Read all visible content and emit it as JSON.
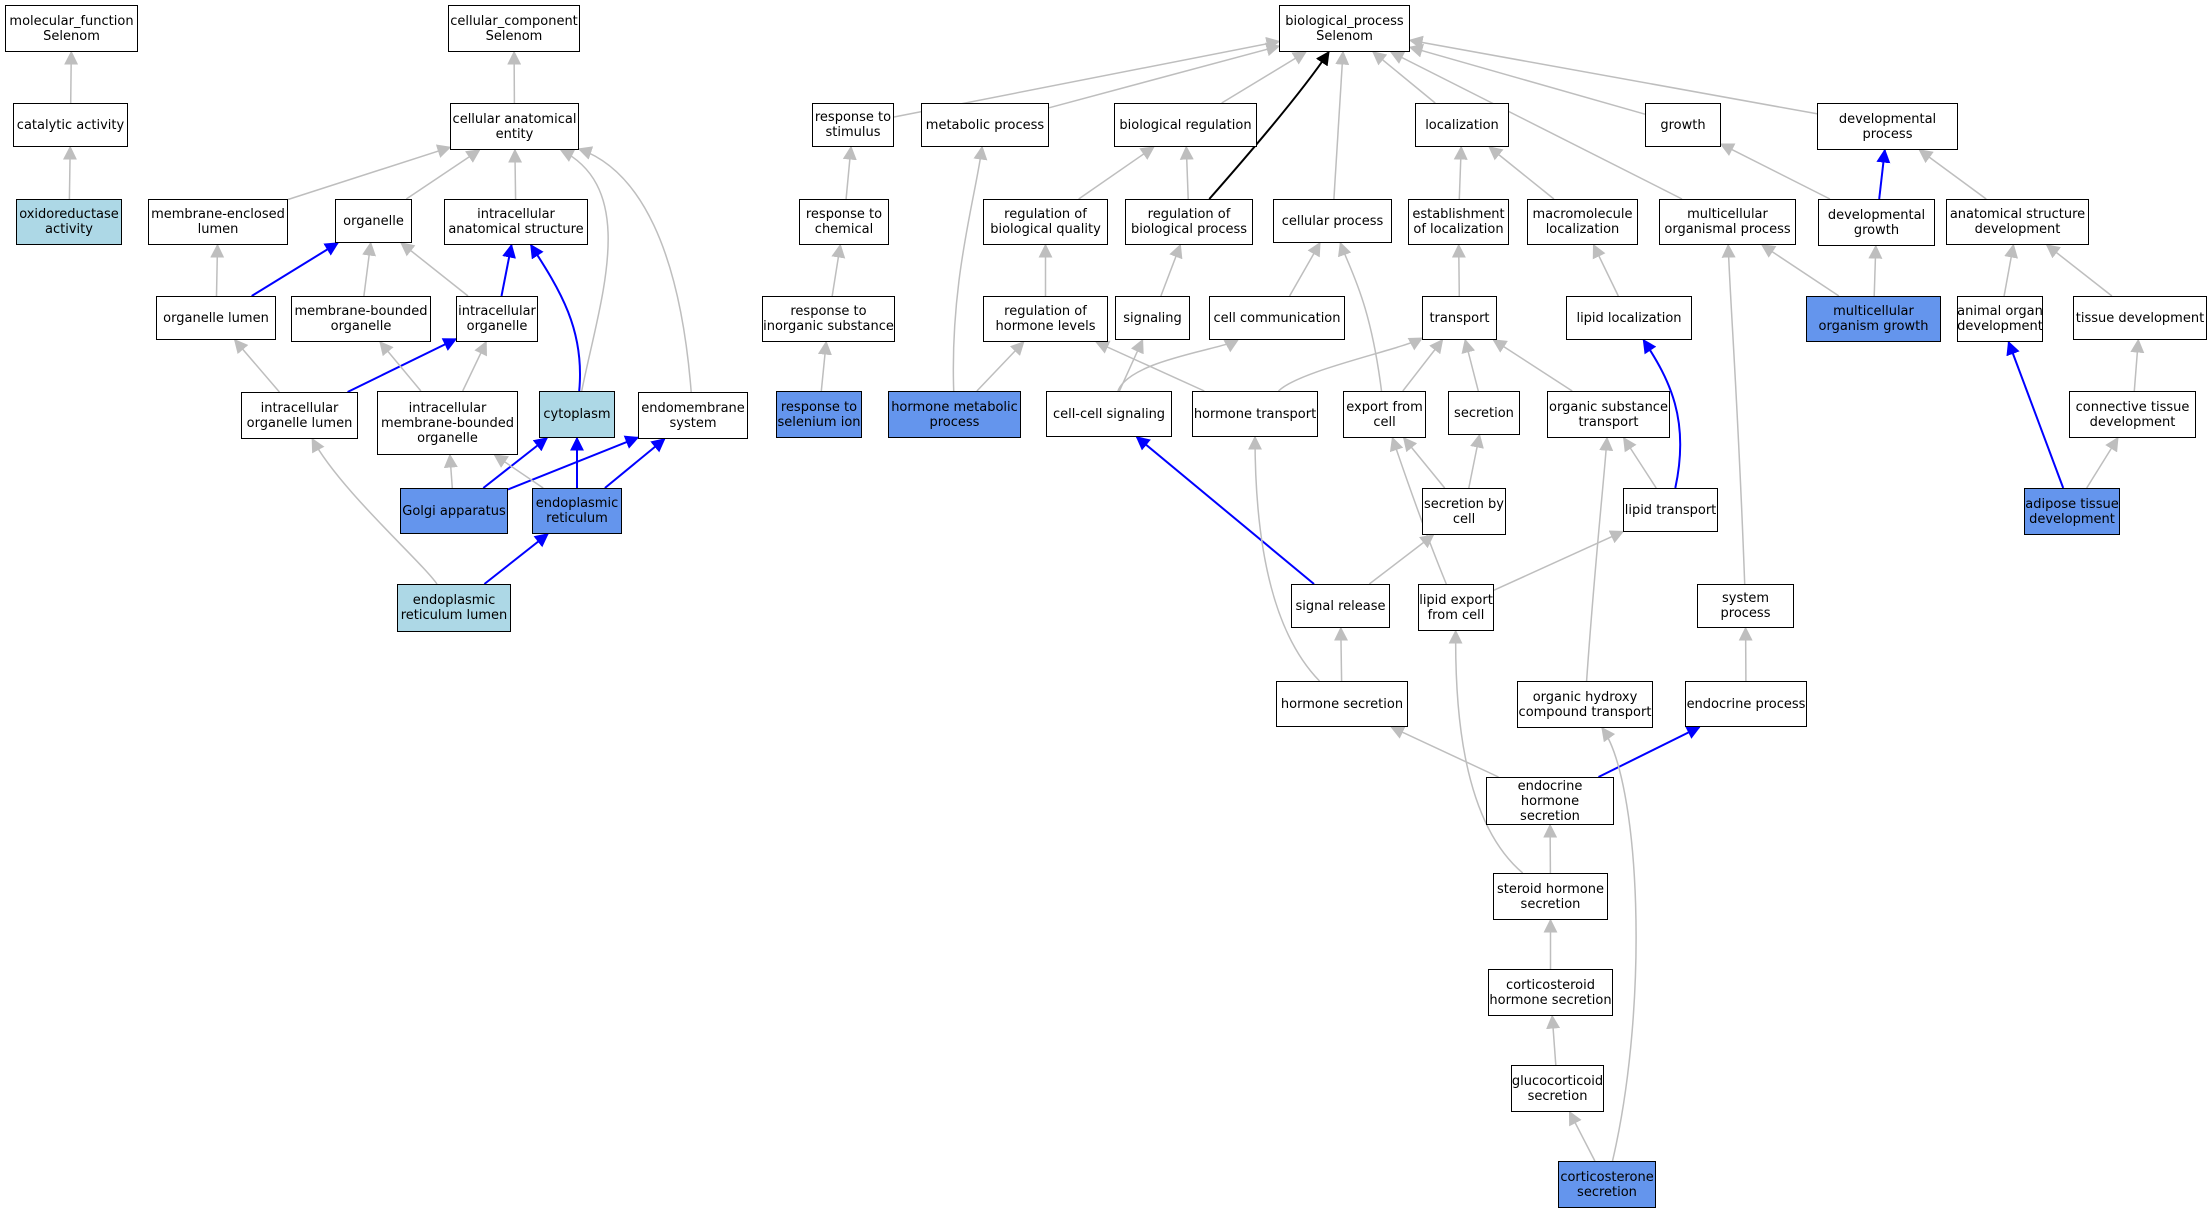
{
  "colors": {
    "plain": "#ffffff",
    "light": "#add8e6",
    "dark": "#6495ed",
    "edge_grey": "#bebebe",
    "edge_blue": "#0000ff",
    "edge_black": "#000000"
  },
  "nodes": [
    {
      "id": "mf",
      "label": "molecular_function\nSelenom",
      "style": "plain"
    },
    {
      "id": "cat",
      "label": "catalytic activity",
      "style": "plain"
    },
    {
      "id": "oxi",
      "label": "oxidoreductase\nactivity",
      "style": "light"
    },
    {
      "id": "cc",
      "label": "cellular_component\nSelenom",
      "style": "plain"
    },
    {
      "id": "cae",
      "label": "cellular anatomical\nentity",
      "style": "plain"
    },
    {
      "id": "mel",
      "label": "membrane-enclosed\nlumen",
      "style": "plain"
    },
    {
      "id": "org",
      "label": "organelle",
      "style": "plain"
    },
    {
      "id": "ias",
      "label": "intracellular\nanatomical structure",
      "style": "plain"
    },
    {
      "id": "ol",
      "label": "organelle lumen",
      "style": "plain"
    },
    {
      "id": "mbo",
      "label": "membrane-bounded\norganelle",
      "style": "plain"
    },
    {
      "id": "io",
      "label": "intracellular\norganelle",
      "style": "plain"
    },
    {
      "id": "iol",
      "label": "intracellular\norganelle lumen",
      "style": "plain"
    },
    {
      "id": "imbo",
      "label": "intracellular\nmembrane-bounded\norganelle",
      "style": "plain"
    },
    {
      "id": "cyt",
      "label": "cytoplasm",
      "style": "light"
    },
    {
      "id": "ems",
      "label": "endomembrane\nsystem",
      "style": "plain"
    },
    {
      "id": "golgi",
      "label": "Golgi apparatus",
      "style": "dark"
    },
    {
      "id": "er",
      "label": "endoplasmic\nreticulum",
      "style": "dark"
    },
    {
      "id": "erl",
      "label": "endoplasmic\nreticulum lumen",
      "style": "light"
    },
    {
      "id": "bp",
      "label": "biological_process\nSelenom",
      "style": "plain"
    },
    {
      "id": "rts",
      "label": "response to\nstimulus",
      "style": "plain"
    },
    {
      "id": "mp",
      "label": "metabolic process",
      "style": "plain"
    },
    {
      "id": "breg",
      "label": "biological regulation",
      "style": "plain"
    },
    {
      "id": "loc",
      "label": "localization",
      "style": "plain"
    },
    {
      "id": "growth",
      "label": "growth",
      "style": "plain"
    },
    {
      "id": "devp",
      "label": "developmental\nprocess",
      "style": "plain"
    },
    {
      "id": "rtc",
      "label": "response to\nchemical",
      "style": "plain"
    },
    {
      "id": "rbq",
      "label": "regulation of\nbiological quality",
      "style": "plain"
    },
    {
      "id": "rbp",
      "label": "regulation of\nbiological process",
      "style": "plain"
    },
    {
      "id": "cp",
      "label": "cellular process",
      "style": "plain"
    },
    {
      "id": "eol",
      "label": "establishment\nof localization",
      "style": "plain"
    },
    {
      "id": "macl",
      "label": "macromolecule\nlocalization",
      "style": "plain"
    },
    {
      "id": "mop",
      "label": "multicellular\norganismal process",
      "style": "plain"
    },
    {
      "id": "devg",
      "label": "developmental\ngrowth",
      "style": "plain"
    },
    {
      "id": "asd",
      "label": "anatomical structure\ndevelopment",
      "style": "plain"
    },
    {
      "id": "rtis",
      "label": "response to\ninorganic substance",
      "style": "plain"
    },
    {
      "id": "rhl",
      "label": "regulation of\nhormone levels",
      "style": "plain"
    },
    {
      "id": "sig",
      "label": "signaling",
      "style": "plain"
    },
    {
      "id": "cc2",
      "label": "cell communication",
      "style": "plain"
    },
    {
      "id": "trans",
      "label": "transport",
      "style": "plain"
    },
    {
      "id": "lloc",
      "label": "lipid localization",
      "style": "plain"
    },
    {
      "id": "mog",
      "label": "multicellular\norganism growth",
      "style": "dark"
    },
    {
      "id": "aod",
      "label": "animal organ\ndevelopment",
      "style": "plain"
    },
    {
      "id": "td",
      "label": "tissue development",
      "style": "plain"
    },
    {
      "id": "rtsi",
      "label": "response to\nselenium ion",
      "style": "dark"
    },
    {
      "id": "hmp",
      "label": "hormone metabolic\nprocess",
      "style": "dark"
    },
    {
      "id": "ccs",
      "label": "cell-cell signaling",
      "style": "plain"
    },
    {
      "id": "ht",
      "label": "hormone transport",
      "style": "plain"
    },
    {
      "id": "efc",
      "label": "export from\ncell",
      "style": "plain"
    },
    {
      "id": "sec",
      "label": "secretion",
      "style": "plain"
    },
    {
      "id": "ost",
      "label": "organic substance\ntransport",
      "style": "plain"
    },
    {
      "id": "ctd",
      "label": "connective tissue\ndevelopment",
      "style": "plain"
    },
    {
      "id": "sbc",
      "label": "secretion by\ncell",
      "style": "plain"
    },
    {
      "id": "lt",
      "label": "lipid transport",
      "style": "plain"
    },
    {
      "id": "atd",
      "label": "adipose tissue\ndevelopment",
      "style": "dark"
    },
    {
      "id": "sr",
      "label": "signal release",
      "style": "plain"
    },
    {
      "id": "lefc",
      "label": "lipid export\nfrom cell",
      "style": "plain"
    },
    {
      "id": "sp",
      "label": "system process",
      "style": "plain"
    },
    {
      "id": "hs",
      "label": "hormone secretion",
      "style": "plain"
    },
    {
      "id": "ohct",
      "label": "organic hydroxy\ncompound transport",
      "style": "plain"
    },
    {
      "id": "ep",
      "label": "endocrine process",
      "style": "plain"
    },
    {
      "id": "ehs",
      "label": "endocrine hormone\nsecretion",
      "style": "plain"
    },
    {
      "id": "shs",
      "label": "steroid hormone\nsecretion",
      "style": "plain"
    },
    {
      "id": "chs",
      "label": "corticosteroid\nhormone secretion",
      "style": "plain"
    },
    {
      "id": "gcs",
      "label": "glucocorticoid\nsecretion",
      "style": "plain"
    },
    {
      "id": "cs",
      "label": "corticosterone\nsecretion",
      "style": "dark"
    }
  ],
  "edges": [
    {
      "from": "cat",
      "to": "mf",
      "color": "grey"
    },
    {
      "from": "oxi",
      "to": "cat",
      "color": "grey"
    },
    {
      "from": "cae",
      "to": "cc",
      "color": "grey"
    },
    {
      "from": "mel",
      "to": "cae",
      "color": "grey"
    },
    {
      "from": "org",
      "to": "cae",
      "color": "grey"
    },
    {
      "from": "ias",
      "to": "cae",
      "color": "grey"
    },
    {
      "from": "cyt",
      "to": "cae",
      "color": "grey"
    },
    {
      "from": "ems",
      "to": "cae",
      "color": "grey"
    },
    {
      "from": "ol",
      "to": "mel",
      "color": "grey"
    },
    {
      "from": "ol",
      "to": "org",
      "color": "blue"
    },
    {
      "from": "mbo",
      "to": "org",
      "color": "grey"
    },
    {
      "from": "io",
      "to": "org",
      "color": "grey"
    },
    {
      "from": "io",
      "to": "ias",
      "color": "blue"
    },
    {
      "from": "cyt",
      "to": "ias",
      "color": "blue"
    },
    {
      "from": "iol",
      "to": "ol",
      "color": "grey"
    },
    {
      "from": "iol",
      "to": "io",
      "color": "blue"
    },
    {
      "from": "imbo",
      "to": "mbo",
      "color": "grey"
    },
    {
      "from": "imbo",
      "to": "io",
      "color": "grey"
    },
    {
      "from": "golgi",
      "to": "imbo",
      "color": "grey"
    },
    {
      "from": "golgi",
      "to": "cyt",
      "color": "blue"
    },
    {
      "from": "golgi",
      "to": "ems",
      "color": "blue"
    },
    {
      "from": "er",
      "to": "imbo",
      "color": "grey"
    },
    {
      "from": "er",
      "to": "cyt",
      "color": "blue"
    },
    {
      "from": "er",
      "to": "ems",
      "color": "blue"
    },
    {
      "from": "erl",
      "to": "iol",
      "color": "grey"
    },
    {
      "from": "erl",
      "to": "er",
      "color": "blue"
    },
    {
      "from": "rts",
      "to": "bp",
      "color": "grey"
    },
    {
      "from": "mp",
      "to": "bp",
      "color": "grey"
    },
    {
      "from": "breg",
      "to": "bp",
      "color": "grey"
    },
    {
      "from": "loc",
      "to": "bp",
      "color": "grey"
    },
    {
      "from": "growth",
      "to": "bp",
      "color": "grey"
    },
    {
      "from": "devp",
      "to": "bp",
      "color": "grey"
    },
    {
      "from": "rbp",
      "to": "bp",
      "color": "black"
    },
    {
      "from": "cp",
      "to": "bp",
      "color": "grey"
    },
    {
      "from": "mop",
      "to": "bp",
      "color": "grey"
    },
    {
      "from": "rtc",
      "to": "rts",
      "color": "grey"
    },
    {
      "from": "rtis",
      "to": "rtc",
      "color": "grey"
    },
    {
      "from": "rtsi",
      "to": "rtis",
      "color": "grey"
    },
    {
      "from": "rbq",
      "to": "breg",
      "color": "grey"
    },
    {
      "from": "rbp",
      "to": "breg",
      "color": "grey"
    },
    {
      "from": "rhl",
      "to": "rbq",
      "color": "grey"
    },
    {
      "from": "hmp",
      "to": "mp",
      "color": "grey"
    },
    {
      "from": "hmp",
      "to": "rhl",
      "color": "grey"
    },
    {
      "from": "sig",
      "to": "rbp",
      "color": "grey"
    },
    {
      "from": "cc2",
      "to": "cp",
      "color": "grey"
    },
    {
      "from": "efc",
      "to": "cp",
      "color": "grey"
    },
    {
      "from": "eol",
      "to": "loc",
      "color": "grey"
    },
    {
      "from": "macl",
      "to": "loc",
      "color": "grey"
    },
    {
      "from": "trans",
      "to": "eol",
      "color": "grey"
    },
    {
      "from": "lloc",
      "to": "macl",
      "color": "grey"
    },
    {
      "from": "ccs",
      "to": "sig",
      "color": "grey"
    },
    {
      "from": "ccs",
      "to": "cc2",
      "color": "grey"
    },
    {
      "from": "ht",
      "to": "rhl",
      "color": "grey"
    },
    {
      "from": "ht",
      "to": "trans",
      "color": "grey"
    },
    {
      "from": "efc",
      "to": "trans",
      "color": "grey"
    },
    {
      "from": "sec",
      "to": "trans",
      "color": "grey"
    },
    {
      "from": "ost",
      "to": "trans",
      "color": "grey"
    },
    {
      "from": "lt",
      "to": "lloc",
      "color": "blue"
    },
    {
      "from": "lt",
      "to": "ost",
      "color": "grey"
    },
    {
      "from": "sbc",
      "to": "efc",
      "color": "grey"
    },
    {
      "from": "sbc",
      "to": "sec",
      "color": "grey"
    },
    {
      "from": "sr",
      "to": "ccs",
      "color": "blue"
    },
    {
      "from": "sr",
      "to": "sbc",
      "color": "grey"
    },
    {
      "from": "lefc",
      "to": "efc",
      "color": "grey"
    },
    {
      "from": "lefc",
      "to": "lt",
      "color": "grey"
    },
    {
      "from": "hs",
      "to": "sr",
      "color": "grey"
    },
    {
      "from": "hs",
      "to": "ht",
      "color": "grey"
    },
    {
      "from": "ohct",
      "to": "ost",
      "color": "grey"
    },
    {
      "from": "devg",
      "to": "growth",
      "color": "grey"
    },
    {
      "from": "devg",
      "to": "devp",
      "color": "blue"
    },
    {
      "from": "asd",
      "to": "devp",
      "color": "grey"
    },
    {
      "from": "mog",
      "to": "devg",
      "color": "grey"
    },
    {
      "from": "mog",
      "to": "mop",
      "color": "grey"
    },
    {
      "from": "sp",
      "to": "mop",
      "color": "grey"
    },
    {
      "from": "aod",
      "to": "asd",
      "color": "grey"
    },
    {
      "from": "td",
      "to": "asd",
      "color": "grey"
    },
    {
      "from": "ctd",
      "to": "td",
      "color": "grey"
    },
    {
      "from": "atd",
      "to": "aod",
      "color": "blue"
    },
    {
      "from": "atd",
      "to": "ctd",
      "color": "grey"
    },
    {
      "from": "ep",
      "to": "sp",
      "color": "grey"
    },
    {
      "from": "ehs",
      "to": "hs",
      "color": "grey"
    },
    {
      "from": "ehs",
      "to": "ep",
      "color": "blue"
    },
    {
      "from": "shs",
      "to": "ehs",
      "color": "grey"
    },
    {
      "from": "shs",
      "to": "lefc",
      "color": "grey"
    },
    {
      "from": "chs",
      "to": "shs",
      "color": "grey"
    },
    {
      "from": "gcs",
      "to": "chs",
      "color": "grey"
    },
    {
      "from": "cs",
      "to": "gcs",
      "color": "grey"
    },
    {
      "from": "cs",
      "to": "ohct",
      "color": "grey"
    }
  ]
}
